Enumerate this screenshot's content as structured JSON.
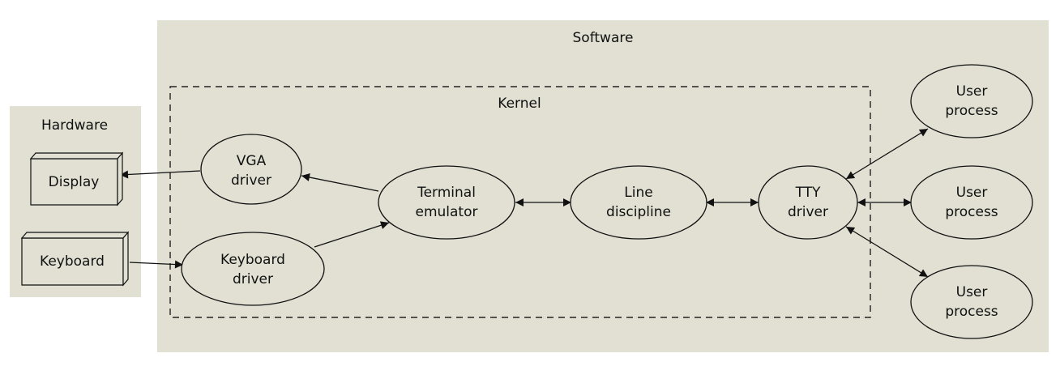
{
  "clusters": {
    "software": "Software",
    "hardware": "Hardware",
    "kernel": "Kernel"
  },
  "hardware_nodes": {
    "display": "Display",
    "keyboard": "Keyboard"
  },
  "nodes": {
    "vga_driver": [
      "VGA",
      "driver"
    ],
    "keyboard_driver": [
      "Keyboard",
      "driver"
    ],
    "terminal_emulator": [
      "Terminal",
      "emulator"
    ],
    "line_discipline": [
      "Line",
      "discipline"
    ],
    "tty_driver": [
      "TTY",
      "driver"
    ],
    "user_process_1": [
      "User",
      "process"
    ],
    "user_process_2": [
      "User",
      "process"
    ],
    "user_process_3": [
      "User",
      "process"
    ]
  },
  "edges": [
    {
      "from": "vga_driver",
      "to": "display",
      "direction": "forward"
    },
    {
      "from": "terminal_emulator",
      "to": "vga_driver",
      "direction": "forward"
    },
    {
      "from": "keyboard",
      "to": "keyboard_driver",
      "direction": "forward"
    },
    {
      "from": "keyboard_driver",
      "to": "terminal_emulator",
      "direction": "forward"
    },
    {
      "from": "terminal_emulator",
      "to": "line_discipline",
      "direction": "both"
    },
    {
      "from": "line_discipline",
      "to": "tty_driver",
      "direction": "both"
    },
    {
      "from": "tty_driver",
      "to": "user_process_1",
      "direction": "both"
    },
    {
      "from": "tty_driver",
      "to": "user_process_2",
      "direction": "both"
    },
    {
      "from": "tty_driver",
      "to": "user_process_3",
      "direction": "both"
    }
  ],
  "colors": {
    "cluster_fill": "#e1e0d3",
    "stroke": "#111111"
  }
}
